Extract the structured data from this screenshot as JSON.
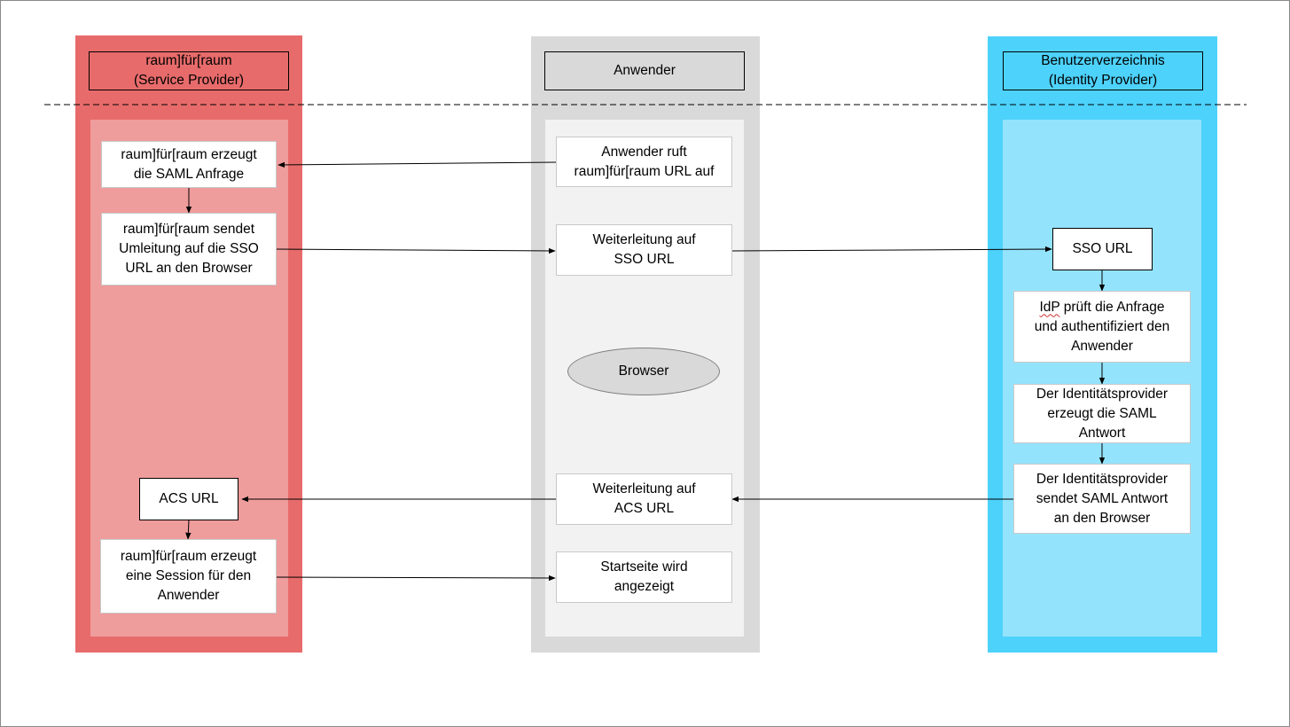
{
  "colors": {
    "sp_lane": "#e86b6b",
    "sp_inner": "#ef9c9c",
    "user_lane": "#d9d9d9",
    "user_inner": "#f2f2f2",
    "idp_lane": "#4dd2fb",
    "idp_inner": "#94e3fc",
    "ellipse_fill": "#d9d9d9"
  },
  "lanes": {
    "service_provider": {
      "title": "raum]für[raum\n(Service Provider)"
    },
    "user": {
      "title": "Anwender"
    },
    "identity_provider": {
      "title": "Benutzerverzeichnis\n(Identity Provider)"
    }
  },
  "steps": {
    "sp_create_request": "raum]für[raum erzeugt\ndie SAML Anfrage",
    "sp_send_redirect": "raum]für[raum sendet\nUmleitung auf die SSO\nURL an den Browser",
    "sp_acs_url": "ACS URL",
    "sp_create_session": "raum]für[raum erzeugt\neine Session für den\nAnwender",
    "user_calls_url": "Anwender ruft\nraum]für[raum URL auf",
    "user_redirect_sso": "Weiterleitung auf\nSSO URL",
    "user_browser": "Browser",
    "user_redirect_acs": "Weiterleitung auf\nACS URL",
    "user_start_page": "Startseite wird\nangezeigt",
    "idp_sso_url": "SSO URL",
    "idp_checks_prefix": "IdP",
    "idp_checks_rest": " prüft die Anfrage\nund authentifiziert den\nAnwender",
    "idp_create_response": "Der Identitätsprovider\nerzeugt die SAML\nAntwort",
    "idp_send_response": "Der Identitätsprovider\nsendet SAML Antwort\nan den Browser"
  }
}
